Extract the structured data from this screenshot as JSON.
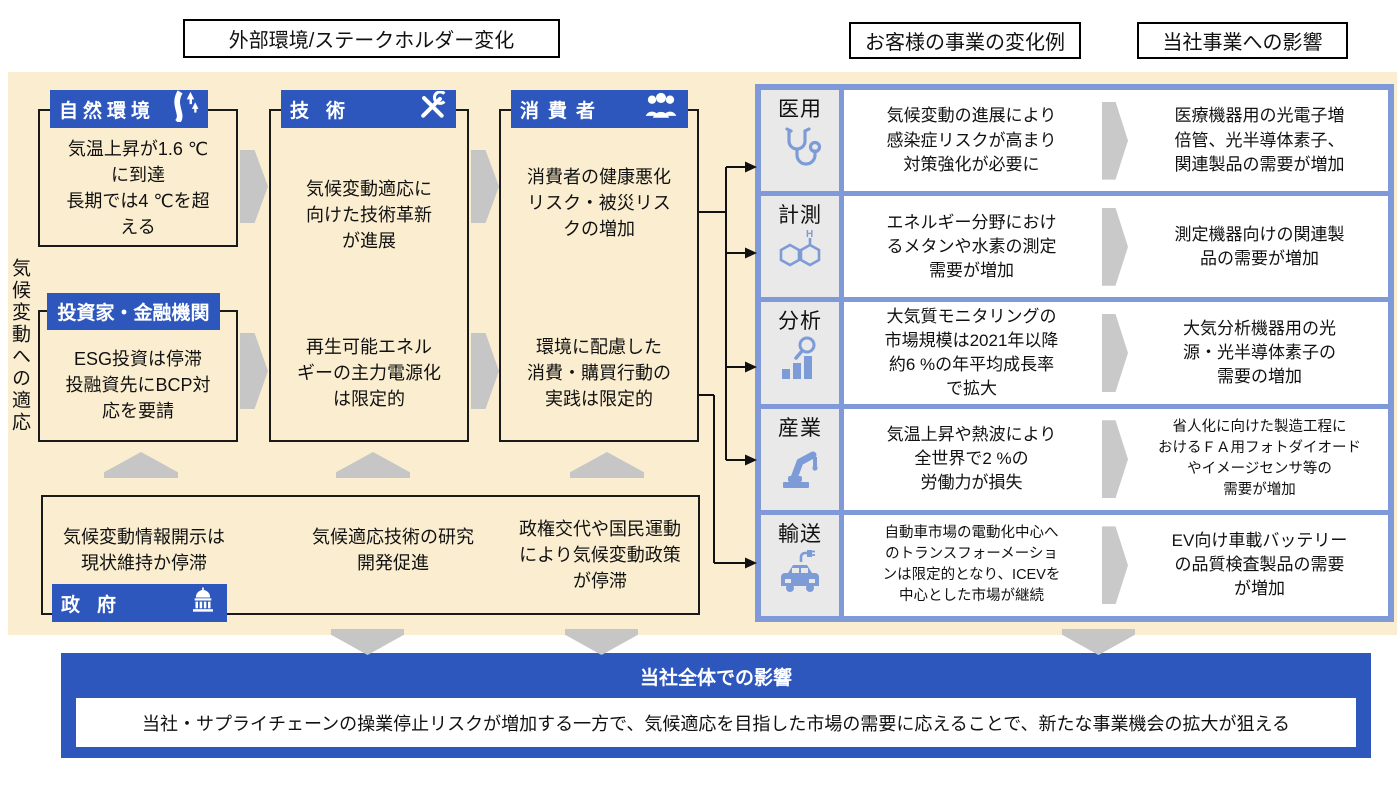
{
  "headers": {
    "external_change": "外部環境/ステークホルダー変化",
    "customer_change": "お客様の事業の変化例",
    "company_impact": "当社事業への影響"
  },
  "side_label": "気候変動への適応",
  "stakeholders": {
    "nature": {
      "label": "自然環境",
      "body": "気温上昇が1.6 ℃\nに到達\n長期では4 ℃を超\nえる"
    },
    "investor": {
      "label": "投資家・金融機関",
      "body": "ESG投資は停滞\n投融資先にBCP対\n応を要請"
    },
    "technology": {
      "label": "技術",
      "body_top": "気候変動適応に\n向けた技術革新\nが進展",
      "body_bottom": "再生可能エネル\nギーの主力電源化\nは限定的"
    },
    "consumer": {
      "label": "消費者",
      "body_top": "消費者の健康悪化\nリスク・被災リス\nクの増加",
      "body_bottom": "環境に配慮した\n消費・購買行動の\n実践は限定的"
    },
    "government": {
      "label": "政府",
      "disclosure": "気候変動情報開示は\n現状維持か停滞",
      "research": "気候適応技術の研究\n開発促進",
      "policy": "政権交代や国民運動\nにより気候変動政策\nが停滞"
    }
  },
  "segments": [
    {
      "label": "医用",
      "icon": "stethoscope-icon",
      "change": "気候変動の進展により\n感染症リスクが高まり\n対策強化が必要に",
      "impact": "医療機器用の光電子増\n倍管、光半導体素子、\n関連製品の需要が増加"
    },
    {
      "label": "計測",
      "icon": "molecule-icon",
      "change": "エネルギー分野におけ\nるメタンや水素の測定\n需要が増加",
      "impact": "測定機器向けの関連製\n品の需要が増加"
    },
    {
      "label": "分析",
      "icon": "magnifier-chart-icon",
      "change": "大気質モニタリングの\n市場規模は2021年以降\n約6 %の年平均成長率\nで拡大",
      "impact": "大気分析機器用の光\n源・光半導体素子の\n需要の増加"
    },
    {
      "label": "産業",
      "icon": "robot-arm-icon",
      "change": "気温上昇や熱波により\n全世界で2 %の\n労働力が損失",
      "impact": "省人化に向けた製造工程に\nおけるＦＡ用フォトダイオード\nやイメージセンサ等の\n需要が増加"
    },
    {
      "label": "輸送",
      "icon": "ev-car-icon",
      "change": "自動車市場の電動化中心へ\nのトランスフォーメーショ\nンは限定的となり、ICEVを\n中心とした市場が継続",
      "impact": "EV向け車載バッテリー\nの品質検査製品の需要\nが増加"
    }
  ],
  "overall": {
    "title": "当社全体での影響",
    "body": "当社・サプライチェーンの操業停止リスクが増加する一方で、気候適応を目指した市場の需要に応えることで、新たな事業機会の拡大が狙える"
  },
  "colors": {
    "accent_blue": "#2e57be",
    "panel_blue": "#8099d8",
    "icon_blue": "#7d9bd6",
    "cream": "#fbeed0",
    "arrow_gray": "#c6c6c6",
    "tile_gray": "#e9e9e9"
  }
}
